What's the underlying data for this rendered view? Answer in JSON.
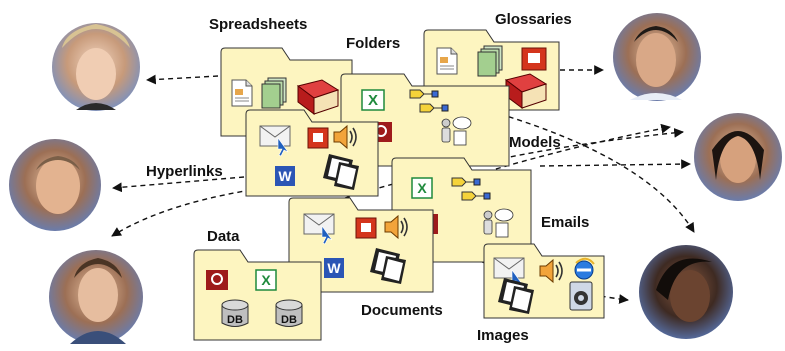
{
  "labels": {
    "spreadsheets": "Spreadsheets",
    "folders": "Folders",
    "glossaries": "Glossaries",
    "models": "Models",
    "hyperlinks": "Hyperlinks",
    "emails": "Emails",
    "data": "Data",
    "documents": "Documents",
    "images": "Images"
  },
  "db_label": "DB",
  "excel_glyph": "X",
  "word_glyph": "W",
  "colors": {
    "folder_fill": "#fdf5c0",
    "folder_stroke": "#333333",
    "arrow": "#111111",
    "ppt_red": "#d4351c",
    "excel_green": "#1f8a3c",
    "word_blue": "#2b55b5",
    "access_red": "#9e1b1b"
  }
}
